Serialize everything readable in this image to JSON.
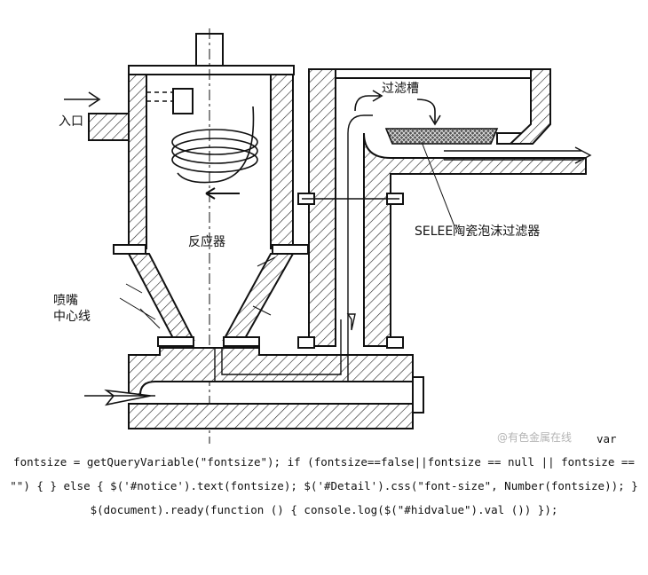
{
  "figure": {
    "labels": {
      "inlet": "入口",
      "filter_tank": "过滤槽",
      "reactor": "反应器",
      "selee_filter": "SELEE陶瓷泡沫过滤器",
      "nozzle_centerline_1": "喷嘴",
      "nozzle_centerline_2": "中心线"
    },
    "watermark": "@有色金属在线"
  },
  "code": {
    "var_token": "var",
    "text": "fontsize = getQueryVariable(\"fontsize\"); if (fontsize==false||fontsize == null || fontsize == \"\") { } else { $('#notice').text(fontsize); $('#Detail').css(\"font-size\", Number(fontsize)); } $(document).ready(function () { console.log($(\"#hidvalue\").val ()) });"
  }
}
